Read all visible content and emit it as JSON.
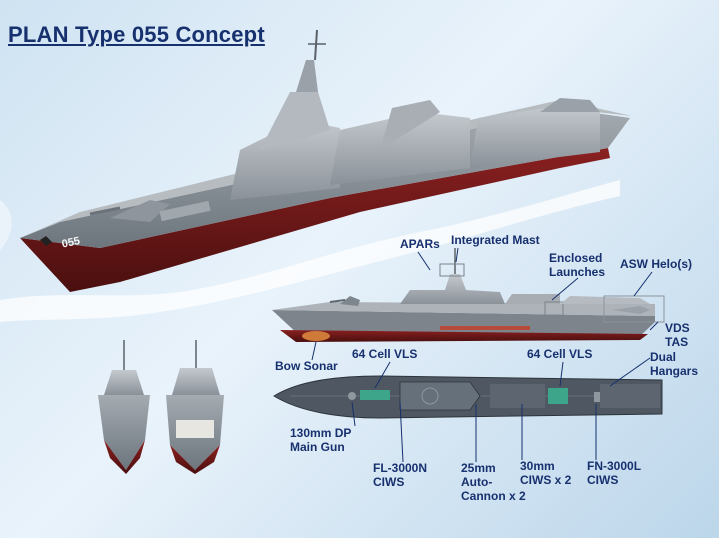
{
  "title": "PLAN Type 055 Concept",
  "hull_number": "055",
  "labels": {
    "apars": "APARs",
    "integrated_mast": "Integrated Mast",
    "enclosed_launches": "Enclosed\nLaunches",
    "asw_helos": "ASW Helo(s)",
    "vds_tas": "VDS\nTAS",
    "bow_sonar": "Bow Sonar",
    "vls_fore": "64 Cell VLS",
    "vls_aft": "64 Cell VLS",
    "dual_hangars": "Dual\nHangars",
    "main_gun": "130mm DP\nMain Gun",
    "fl3000n": "FL-3000N\nCIWS",
    "autocannon": "25mm\nAuto-\nCannon x 2",
    "ciws30": "30mm\nCIWS x 2",
    "fn3000l": "FN-3000L\nCIWS"
  },
  "colors": {
    "title": "#17306e",
    "hull_grey": "#8d949b",
    "hull_red": "#7c1c1c",
    "deck": "#5e6670",
    "background": "#dbeaf6"
  }
}
